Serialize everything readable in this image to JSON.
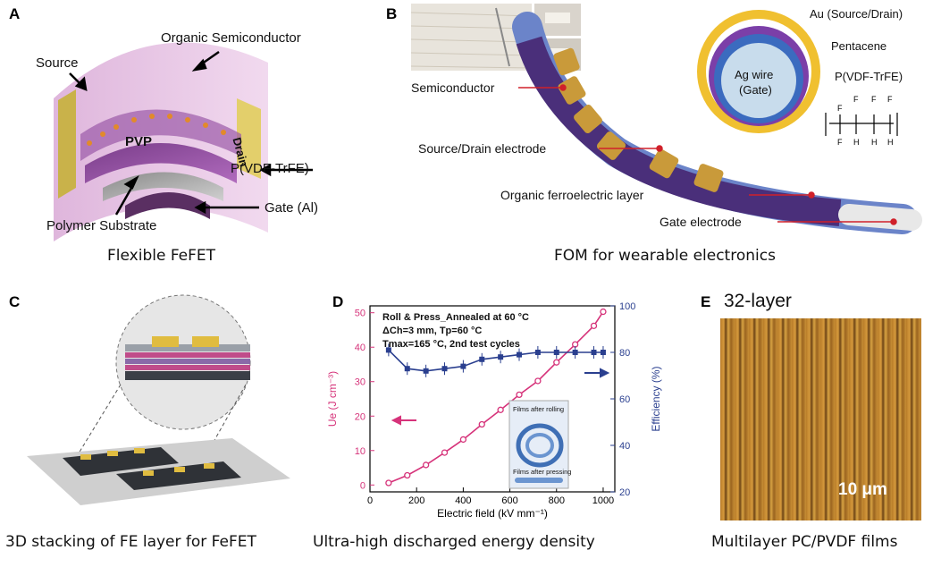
{
  "panels": {
    "a": {
      "label": "A",
      "caption": "Flexible FeFET",
      "labels": {
        "organic_semiconductor": "Organic Semiconductor",
        "source": "Source",
        "drain": "Drain",
        "pvp": "PVP",
        "pvdf": "P(VDF-TrFE)",
        "gate": "Gate (Al)",
        "substrate": "Polymer Substrate"
      }
    },
    "b": {
      "label": "B",
      "caption": "FOM for wearable electronics",
      "labels": {
        "semiconductor": "Semiconductor",
        "source_drain": "Source/Drain electrode",
        "ferro_layer": "Organic ferroelectric layer",
        "gate_electrode": "Gate electrode",
        "au": "Au (Source/Drain)",
        "pentacene": "Pentacene",
        "ag_wire_1": "Ag wire",
        "ag_wire_2": "(Gate)",
        "pvdf": "P(VDF-TrFE)"
      }
    },
    "c": {
      "label": "C",
      "caption": "3D stacking of FE layer for FeFET"
    },
    "d": {
      "label": "D",
      "caption": "Ultra-high discharged energy density",
      "annotations": {
        "line1": "Roll & Press_Annealed at 60 °C",
        "line2": "ΔCh=3 mm, Tp=60 °C",
        "line3": "Tmax=165 °C, 2nd test cycles",
        "inset_top": "Films after rolling",
        "inset_bottom": "Films after pressing"
      }
    },
    "e": {
      "label": "E",
      "title": "32-layer",
      "scalebar": "10 μm",
      "caption": "Multilayer PC/PVDF films"
    }
  },
  "chart_data": {
    "type": "line",
    "xlabel": "Electric field (kV mm⁻¹)",
    "ylabel_left": "Ue (J cm⁻³)",
    "ylabel_right": "Efficiency (%)",
    "xlim": [
      0,
      1050
    ],
    "ylim_left": [
      -2,
      52
    ],
    "ylim_right": [
      20,
      100
    ],
    "x_ticks": [
      0,
      200,
      400,
      600,
      800,
      1000
    ],
    "y_ticks_left": [
      0,
      10,
      20,
      30,
      40,
      50
    ],
    "y_ticks_right": [
      20,
      40,
      60,
      80,
      100
    ],
    "series": [
      {
        "name": "Ue",
        "axis": "left",
        "color": "#d6337a",
        "x": [
          80,
          160,
          240,
          320,
          400,
          480,
          560,
          640,
          720,
          800,
          880,
          960,
          1000
        ],
        "y": [
          0.6,
          2.8,
          5.8,
          9.4,
          13.2,
          17.6,
          21.8,
          26.2,
          30.2,
          35.6,
          40.8,
          46.2,
          50.3
        ]
      },
      {
        "name": "Efficiency",
        "axis": "right",
        "color": "#2a3f8f",
        "x": [
          80,
          160,
          240,
          320,
          400,
          480,
          560,
          640,
          720,
          800,
          880,
          960,
          1000
        ],
        "y": [
          81,
          73,
          72,
          73,
          74,
          77,
          78,
          79,
          80,
          80,
          80,
          80,
          80
        ]
      }
    ]
  }
}
